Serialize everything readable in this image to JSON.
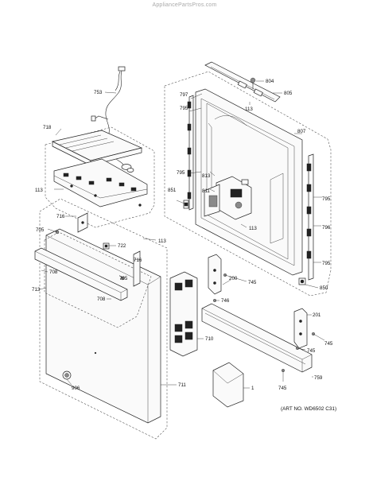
{
  "watermark": "AppliancePartsPros.com",
  "art_number": "(ART NO. WD6502 C31)",
  "callouts": {
    "p753": "753",
    "p804": "804",
    "p805": "805",
    "p113a": "113",
    "p797": "797",
    "p795a": "795",
    "p718": "718",
    "p807": "807",
    "p795b": "795",
    "p813": "813",
    "p811": "811",
    "p851": "851",
    "p113b": "113",
    "p795c": "795",
    "p113c": "113",
    "p796": "796",
    "p113d": "113",
    "p716a": "716",
    "p705a": "705",
    "p722": "722",
    "p716b": "716",
    "p708a": "708",
    "p705b": "705",
    "p713": "713",
    "p708b": "708",
    "p795d": "795",
    "p200": "200",
    "p745a": "745",
    "p850": "850",
    "p746": "746",
    "p201": "201",
    "p745b": "745",
    "p710": "710",
    "p745c": "745",
    "p759": "759",
    "p711": "711",
    "p906": "906",
    "p1": "1",
    "p745d": "745"
  }
}
